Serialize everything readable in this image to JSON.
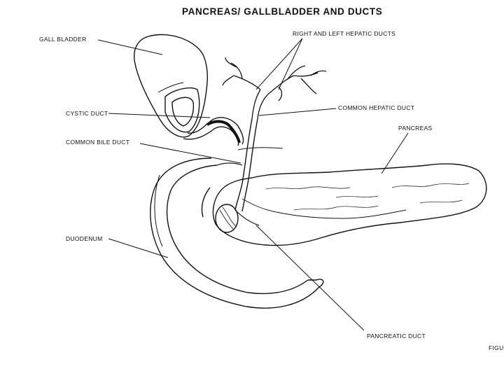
{
  "title": "PANCREAS/ GALLBLADDER AND DUCTS",
  "labels": {
    "gall_bladder": "GALL BLADDER",
    "hepatic_ducts": "RIGHT AND LEFT HEPATIC DUCTS",
    "cystic_duct": "CYSTIC DUCT",
    "common_hepatic_duct": "COMMON HEPATIC DUCT",
    "pancreas": "PANCREAS",
    "common_bile_duct": "COMMON BILE DUCT",
    "duodenum": "DUODENUM",
    "pancreatic_duct": "PANCREATIC DUCT",
    "figure_tag": "FIGU"
  }
}
